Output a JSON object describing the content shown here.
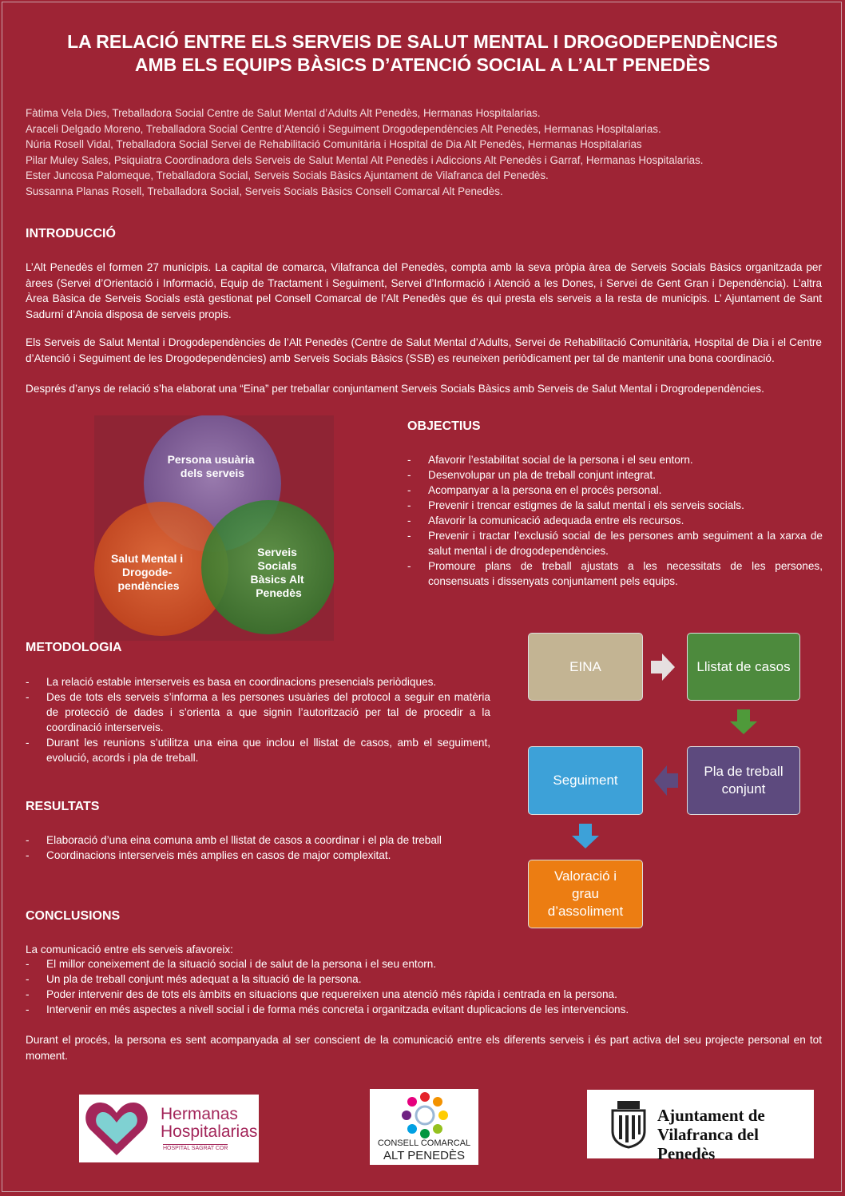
{
  "title": {
    "line1": "LA RELACIÓ ENTRE ELS SERVEIS DE SALUT MENTAL I DROGODEPENDÈNCIES",
    "line2": "AMB ELS EQUIPS BÀSICS D’ATENCIÓ SOCIAL A L’ALT PENEDÈS"
  },
  "authors": [
    "Fàtima Vela Dies, Treballadora Social Centre de Salut Mental d’Adults Alt Penedès, Hermanas Hospitalarias.",
    "Araceli Delgado Moreno, Treballadora Social Centre d’Atenció i Seguiment Drogodependències Alt Penedès, Hermanas Hospitalarias.",
    "Núria Rosell Vidal, Treballadora Social Servei de Rehabilitació Comunitària  i Hospital de Dia Alt Penedès, Hermanas Hospitalarias",
    "Pilar Muley Sales, Psiquiatra Coordinadora dels Serveis de Salut Mental Alt Penedès i Adiccions Alt Penedès i Garraf, Hermanas Hospitalarias.",
    "Ester Juncosa Palomeque, Treballadora Social, Serveis Socials Bàsics Ajuntament de Vilafranca del Penedès.",
    "Sussanna Planas Rosell, Treballadora Social, Serveis Socials Bàsics Consell Comarcal Alt Penedès."
  ],
  "intro": {
    "heading": "INTRODUCCIÓ",
    "p1": "L’Alt Penedès el formen 27 municipis. La capital de comarca, Vilafranca del Penedès, compta amb la seva pròpia àrea de Serveis Socials Bàsics organitzada per àrees (Servei d’Orientació i Informació, Equip de Tractament i Seguiment, Servei d’Informació i Atenció a les Dones, i Servei de Gent Gran i Dependència). L’altra Àrea Bàsica de Serveis Socials està gestionat pel Consell Comarcal de l’Alt Penedès que és qui presta els serveis a la resta de municipis. L’ Ajuntament de Sant Sadurní d’Anoia disposa de serveis propis.",
    "p2": "Els Serveis de Salut Mental i Drogodependències de l’Alt Penedès (Centre de Salut Mental d’Adults, Servei de Rehabilitació Comunitària, Hospital de Dia i el Centre d’Atenció i Seguiment de les Drogodependències) amb Serveis Socials Bàsics (SSB) es reuneixen periòdicament per tal de mantenir una bona coordinació.",
    "p3": "Després d’anys de relació s’ha elaborat una “Eina” per treballar conjuntament Serveis Socials Bàsics amb Serveis de Salut Mental i Drogrodependències."
  },
  "venn": {
    "top": "Persona usuària dels serveis",
    "left_lines": [
      "Salut Mental i",
      "Drogode-",
      "pendències"
    ],
    "right_lines": [
      "Serveis",
      "Socials",
      "Bàsics Alt",
      "Penedès"
    ],
    "colors": {
      "top": "#8064a2",
      "left": "#e0602a",
      "right": "#3f8f3c"
    }
  },
  "objectius": {
    "heading": "OBJECTIUS",
    "items": [
      "Afavorir l’estabilitat social de la persona i el seu entorn.",
      "Desenvolupar un pla de treball conjunt integrat.",
      "Acompanyar a la persona en el procés personal.",
      "Prevenir i trencar estigmes de la salut mental i els serveis socials.",
      "Afavorir la comunicació adequada entre els recursos.",
      "Prevenir i tractar l’exclusió social de les persones amb seguiment a la xarxa de salut mental i de drogodependències.",
      "Promoure plans de treball ajustats a les necessitats de les persones, consensuats i dissenyats conjuntament pels equips."
    ]
  },
  "metodologia": {
    "heading": "METODOLOGIA",
    "items": [
      "La relació estable interserveis es basa en coordinacions presencials periòdiques.",
      "Des de tots els serveis s’informa a les persones usuàries del protocol a seguir en matèria de protecció de dades i s’orienta a que signin l’autorització per tal de procedir a la coordinació interserveis.",
      "Durant les reunions s’utilitza una eina que inclou el llistat de casos, amb el seguiment, evolució, acords i pla de treball."
    ]
  },
  "resultats": {
    "heading": "RESULTATS",
    "items": [
      "Elaboració d’una eina comuna amb el llistat de casos a coordinar i el pla de treball",
      "Coordinacions interserveis més amplies en casos de major complexitat."
    ]
  },
  "flow": {
    "eina": "EINA",
    "llistat": "Llistat de casos",
    "pla_lines": [
      "Pla de treball",
      "conjunt"
    ],
    "seguiment": "Seguiment",
    "valoracio_lines": [
      "Valoració i",
      "grau",
      "d’assoliment"
    ],
    "colors": {
      "eina": "#c3b493",
      "llistat": "#4d8a3d",
      "pla": "#5d4a7e",
      "seguiment": "#3da1d8",
      "valoracio": "#ec7d12",
      "arrow_white": "#e6e0e0",
      "arrow_green": "#4f9a3a",
      "arrow_purple": "#5d4a7e",
      "arrow_blue": "#3da1d8"
    }
  },
  "conclusions": {
    "heading": "CONCLUSIONS",
    "intro": "La comunicació entre els serveis afavoreix:",
    "items": [
      "El millor coneixement de la situació social i de salut de la persona i el seu entorn.",
      "Un pla de treball conjunt més adequat a la situació de la persona.",
      "Poder intervenir des de tots els àmbits en situacions que requereixen una atenció més ràpida i centrada en la persona.",
      "Intervenir en més aspectes a nivell social i de forma més concreta i organitzada evitant duplicacions de les intervencions."
    ],
    "final": "Durant el procés, la persona es sent acompanyada al ser conscient de la comunicació entre els diferents serveis i és part activa del seu projecte personal en tot moment."
  },
  "logos": {
    "hermanas": {
      "line1": "Hermanas",
      "line2": "Hospitalarias",
      "sub": "HOSPITAL SAGRAT COR"
    },
    "consell": {
      "line1": "CONSELL COMARCAL",
      "line2": "ALT PENEDÈS"
    },
    "ajuntament": {
      "line1": "Ajuntament de",
      "line2": "Vilafranca del Penedès"
    }
  }
}
